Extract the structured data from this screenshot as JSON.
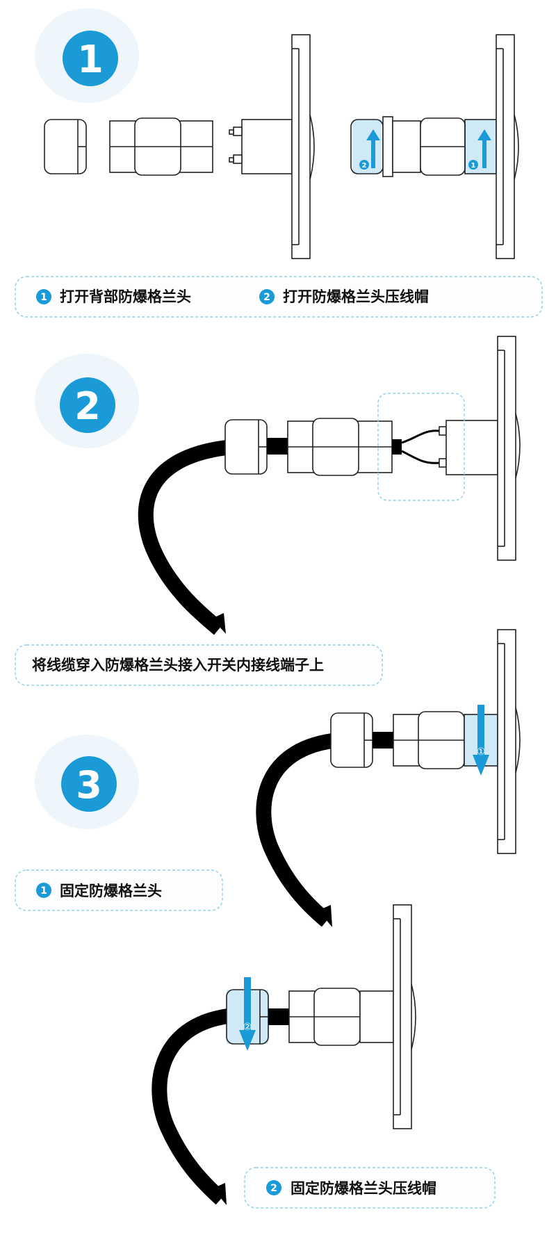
{
  "accent_color": "#1a9ad6",
  "steps": [
    {
      "label": "1"
    },
    {
      "label": "2"
    },
    {
      "label": "3"
    }
  ],
  "marker_labels": {
    "one_circled": "1",
    "two_circled": "2",
    "one_arrow": "①",
    "two_arrow": "②"
  },
  "captions": {
    "step1_a": "打开背部防爆格兰头",
    "step1_b": "打开防爆格兰头压线帽",
    "step2": "将线缆穿入防爆格兰头接入开关内接线端子上",
    "step3_a": "固定防爆格兰头",
    "step3_b": "固定防爆格兰头压线帽"
  }
}
